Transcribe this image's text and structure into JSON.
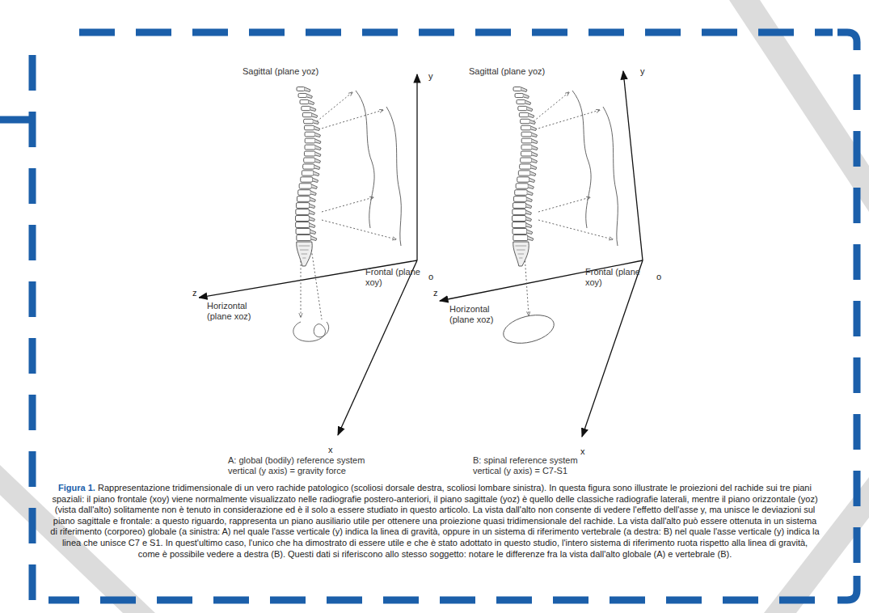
{
  "diagram": {
    "caption": "Rappresentazione tridimensionale di un vero rachide patologico (scoliosi dorsale destra, scoliosi lombare sinistra). In questa figura sono illustrate le proiezioni del rachide sui tre piani spaziali: il piano frontale (xoy) viene normalmente visualizzato nelle radiografie postero-anteriori, il piano sagittale (yoz) è quello delle classiche radiografie laterali, mentre il piano orizzontale (yoz) (vista dall'alto) solitamente non è tenuto in considerazione ed è il solo a essere studiato in questo articolo. La vista dall'alto non consente di vedere l'effetto dell'asse y, ma unisce le deviazioni sul piano sagittale e frontale: a questo riguardo, rappresenta un piano ausiliario utile per ottenere una proiezione quasi tridimensionale del rachide. La vista dall'alto può essere ottenuta in un sistema di riferimento (corporeo) globale (a sinistra: A) nel quale l'asse verticale (y) indica la linea di gravità, oppure in un sistema di riferimento vertebrale (a destra: B) nel quale l'asse verticale (y) indica la linea che unisce C7 e S1. In quest'ultimo caso, l'unico che ha dimostrato di essere utile e che è stato adottato in questo studio, l'intero sistema di riferimento ruota rispetto alla linea di gravità, come è possibile vedere a destra (B). Questi dati si riferiscono allo stesso soggetto: notare le differenze fra la vista dall'alto globale (A) e vertebrale (B).",
    "labels": [
      "Sagittal (plane yoz)",
      "y",
      "Frontal (plane xoy)",
      "z",
      "o",
      "Horizontal (plane xoz)",
      "x",
      "A: global (bodily) reference system",
      "vertical (y axis) = gravity force",
      "Sagittal (plane yoz)",
      "y",
      "Frontal (plane xoy)",
      "o",
      "z",
      "Horizontal (plane xoz)",
      "x",
      "B: spinal reference system",
      "vertical (y axis) = C7-S1",
      "Figura 1."
    ]
  }
}
